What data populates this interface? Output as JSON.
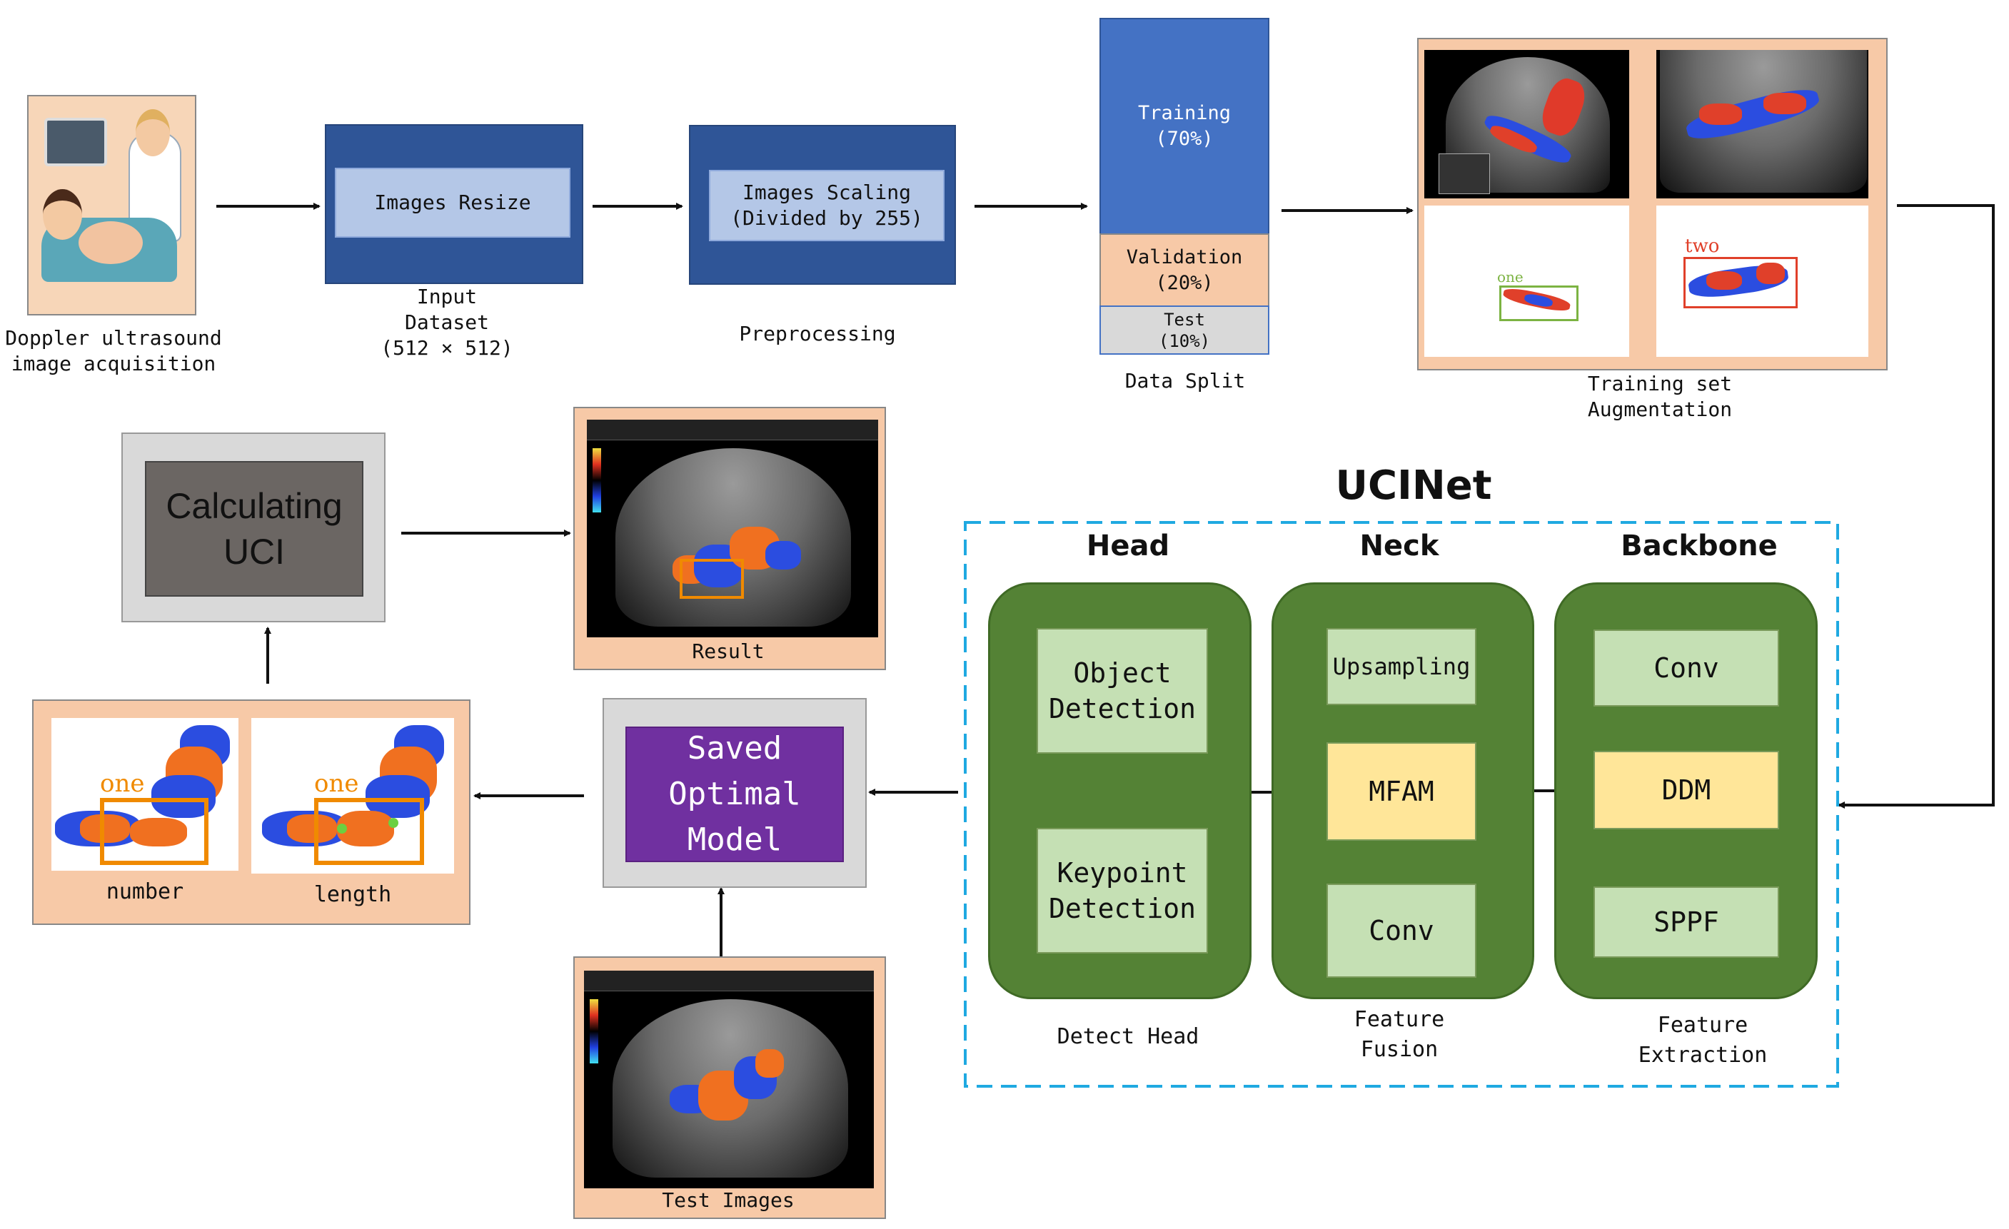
{
  "stages": {
    "acquisition": "Doppler ultrasound\nimage acquisition",
    "resize": "Images Resize",
    "input": "Input\nDataset\n(512 × 512)",
    "scaling": "Images Scaling\n(Divided by 255)",
    "preprocessing": "Preprocessing",
    "split": {
      "training": "Training\n(70%)",
      "validation": "Validation\n(20%)",
      "test": "Test\n(10%)",
      "caption": "Data Split"
    },
    "augmentation": {
      "caption": "Training set\nAugmentation",
      "tag_one": "one",
      "tag_two": "two"
    }
  },
  "ucinet": {
    "title": "UCINet",
    "head": {
      "title": "Head",
      "modules": [
        "Object\nDetection",
        "Keypoint\nDetection"
      ],
      "caption": "Detect Head"
    },
    "neck": {
      "title": "Neck",
      "modules": [
        "Upsampling",
        "MFAM",
        "Conv"
      ],
      "caption": "Feature\nFusion"
    },
    "backbone": {
      "title": "Backbone",
      "modules": [
        "Conv",
        "DDM",
        "SPPF"
      ],
      "caption": "Feature\nExtraction"
    }
  },
  "saved_model": "Saved\nOptimal\nModel",
  "test_images": "Test Images",
  "result": "Result",
  "calculating": "Calculating\nUCI",
  "measures": {
    "number": "number",
    "length": "length",
    "tag": "one"
  },
  "colors": {
    "navy": "#2f5597",
    "training": "#4472c4",
    "peach": "#f7c9a7",
    "green": "#548235",
    "mint": "#c5e0b4",
    "yellow": "#ffe699",
    "purple": "#7030a0",
    "dashed": "#1fa9e1",
    "orange": "#f08a00"
  }
}
